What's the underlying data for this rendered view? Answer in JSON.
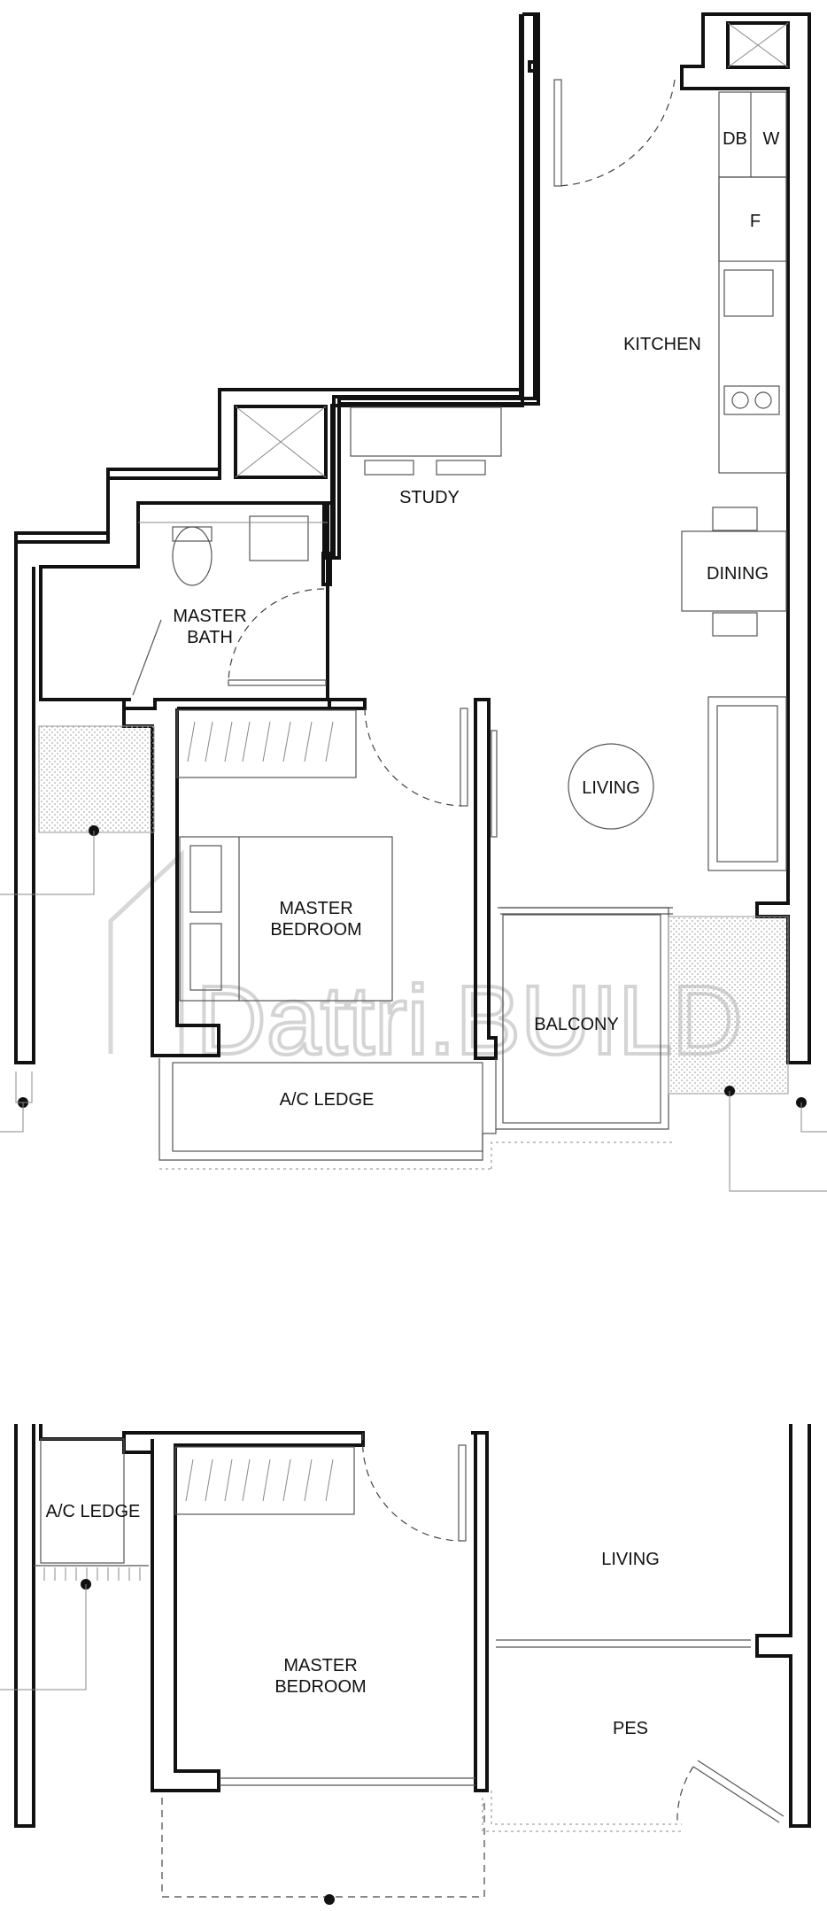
{
  "floor_plan_upper": {
    "rooms": {
      "kitchen": "KITCHEN",
      "db": "DB",
      "w": "W",
      "f": "F",
      "study": "STUDY",
      "dining": "DINING",
      "master_bath": [
        "MASTER",
        "BATH"
      ],
      "living": "LIVING",
      "master_bedroom": [
        "MASTER",
        "BEDROOM"
      ],
      "balcony": "BALCONY",
      "ac_ledge": "A/C LEDGE"
    }
  },
  "floor_plan_lower": {
    "rooms": {
      "ac_ledge": "A/C LEDGE",
      "living": "LIVING",
      "master_bedroom": [
        "MASTER",
        "BEDROOM"
      ],
      "pes": "PES"
    }
  },
  "watermark": "Dattri.BUILD"
}
